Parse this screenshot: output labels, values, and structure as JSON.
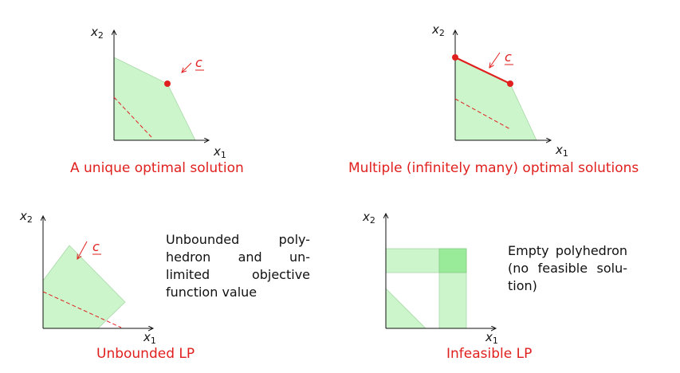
{
  "panels": [
    {
      "caption": "A unique optimal solution",
      "x_axis_label": "x",
      "y_axis_label": "x",
      "x_sub": "1",
      "y_sub": "2",
      "cost_label": "c"
    },
    {
      "caption": "Multiple (infinitely many) optimal solutions",
      "x_axis_label": "x",
      "y_axis_label": "x",
      "x_sub": "1",
      "y_sub": "2",
      "cost_label": "c"
    },
    {
      "caption": "Unbounded LP",
      "x_axis_label": "x",
      "y_axis_label": "x",
      "x_sub": "1",
      "y_sub": "2",
      "cost_label": "c",
      "description_lines": [
        "Unbounded poly-",
        "hedron and un-",
        "limited objective",
        "function value"
      ]
    },
    {
      "caption": "Infeasible LP",
      "x_axis_label": "x",
      "y_axis_label": "x",
      "x_sub": "1",
      "y_sub": "2",
      "description_lines": [
        "Empty polyhedron",
        "(no feasible solu-",
        "tion)"
      ]
    }
  ],
  "colors": {
    "feasible_fill": "#ccf5cc",
    "overlap_fill": "#99ea99",
    "accent_red": "#e0201e",
    "axis": "#111111"
  }
}
